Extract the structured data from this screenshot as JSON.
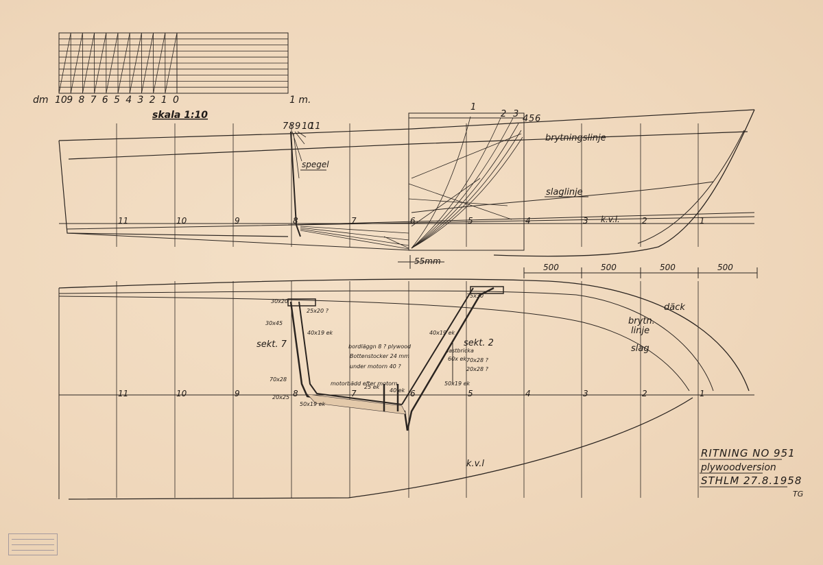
{
  "scale_bar": {
    "unit_left": "dm",
    "ticks": [
      "10",
      "9",
      "8",
      "7",
      "6",
      "5",
      "4",
      "3",
      "2",
      "1",
      "0"
    ],
    "unit_right": "1 m.",
    "caption": "skala 1:10"
  },
  "side_view": {
    "section_numbers_top": [
      "7",
      "8",
      "9",
      "10",
      "11",
      "1",
      "2",
      "3",
      "4",
      "5",
      "6"
    ],
    "labels": {
      "brytningslinje": "brytningslinje",
      "spegel": "spegel",
      "slaglinje": "slaglinje",
      "kvl": "k.v.l.",
      "offset": "55mm"
    },
    "stations": [
      "11",
      "10",
      "9",
      "8",
      "7",
      "6",
      "5",
      "4",
      "3",
      "2",
      "1"
    ],
    "spacing_value": "500"
  },
  "plan_view": {
    "labels": {
      "dack": "däck",
      "brytn_1": "brytn.",
      "brytn_2": "linje",
      "slag": "slag",
      "kvl": "k.v.l",
      "sekt7": "sekt. 7",
      "sekt2": "sekt. 2"
    },
    "stations": [
      "11",
      "10",
      "9",
      "8",
      "7",
      "6",
      "5",
      "4",
      "3",
      "2",
      "1"
    ],
    "annotations": [
      "30x20",
      "25x20 ?",
      "30x45",
      "40x19 ek",
      "70x28",
      "20x25",
      "50x19 ek",
      "bordläggn 8 ? plywood",
      "Bottenstocker 24 mm",
      "under motorn 40 ?",
      "motorbädd efter motorn",
      "25 ek",
      "40 ek",
      "75x30",
      "40x19 ek",
      "lastbricka",
      "60x ek",
      "70x28 ?",
      "20x28 ?",
      "50x19 ek"
    ]
  },
  "title_block": {
    "line1": "RITNING NO 951",
    "line2": "plywoodversion",
    "line3": "STHLM 27.8.1958",
    "initials": "TG"
  }
}
